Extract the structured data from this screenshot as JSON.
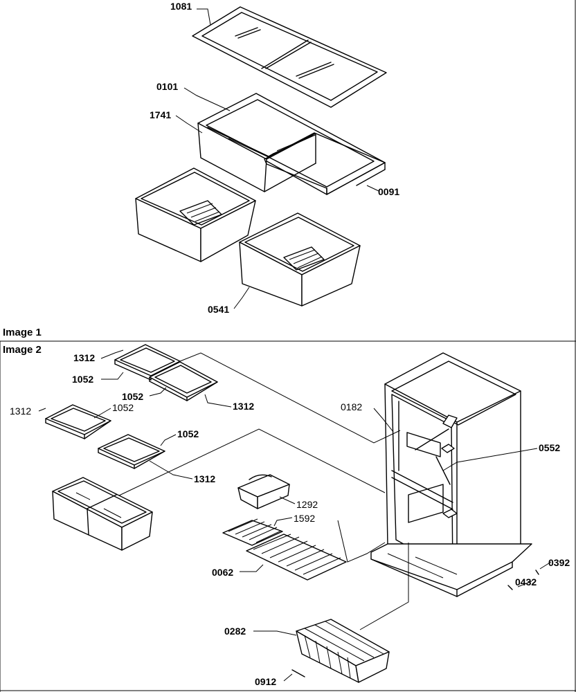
{
  "captions": {
    "image1": "Image 1",
    "image2": "Image 2"
  },
  "parts": {
    "p1081": "1081",
    "p0101": "0101",
    "p1741": "1741",
    "p0091": "0091",
    "p0541": "0541",
    "p1312a": "1312",
    "p1052a": "1052",
    "p1052b": "1052",
    "p1312b": "1312",
    "p1312c": "1312",
    "p1052c": "1052",
    "p1052d": "1052",
    "p1312d": "1312",
    "p0182": "0182",
    "p0552": "0552",
    "p1292": "1292",
    "p1592": "1592",
    "p0062": "0062",
    "p0392": "0392",
    "p0432": "0432",
    "p0282": "0282",
    "p0912": "0912"
  }
}
